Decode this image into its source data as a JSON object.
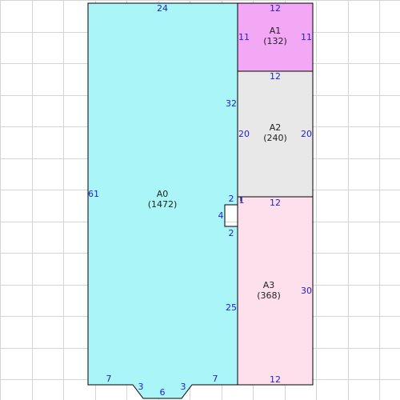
{
  "colors": {
    "grid": "#d4d4d4",
    "room_a0": "#aaf5f7",
    "room_a1": "#f3a8f5",
    "room_a2": "#e8e8e8",
    "room_a3": "#fde0ec",
    "dimension_text": "#2222cc",
    "outline": "#000000"
  },
  "rooms": [
    {
      "id": "A0",
      "name": "A0",
      "area": "(1472)"
    },
    {
      "id": "A1",
      "name": "A1",
      "area": "(132)"
    },
    {
      "id": "A2",
      "name": "A2",
      "area": "(240)"
    },
    {
      "id": "A3",
      "name": "A3",
      "area": "(368)"
    }
  ],
  "dimensions": {
    "a0_top": "24",
    "a0_left": "61",
    "a0_right_upper": "32",
    "a0_notch_top": "2",
    "a0_notch_depth": "4",
    "a0_notch_bottom": "2",
    "a0_right_lower": "25",
    "a0_bottom_left": "7",
    "a0_bottom_left_slope": "3",
    "a0_bottom_mid": "6",
    "a0_bottom_right_slope": "3",
    "a0_bottom_right": "7",
    "a1_top": "12",
    "a1_left": "11",
    "a1_right": "11",
    "a2_top": "12",
    "a2_left": "20",
    "a2_right": "20",
    "a3_top_tick": "1",
    "a3_top": "12",
    "a3_right": "30",
    "a3_bottom": "12"
  }
}
